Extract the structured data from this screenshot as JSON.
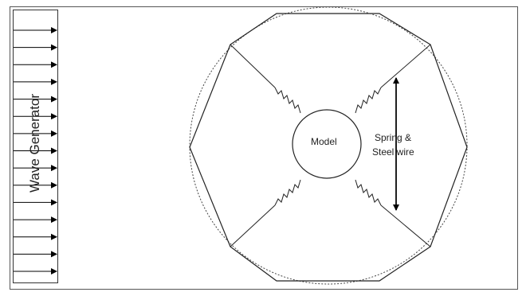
{
  "wave_generator": {
    "label": "Wave Generator",
    "arrow_count": 15
  },
  "model": {
    "label": "Model"
  },
  "annotation": {
    "line1": "Spring &",
    "line2": "Steel wire"
  }
}
